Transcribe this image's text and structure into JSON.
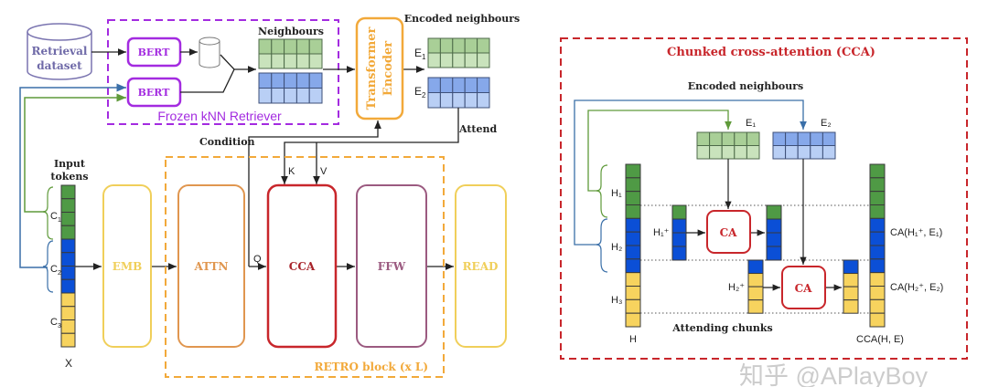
{
  "left": {
    "retrieval_dataset": [
      "Retrieval",
      "dataset"
    ],
    "bert1": "BERT",
    "bert2": "BERT",
    "neighbours": "Neighbours",
    "retriever_label": "Frozen kNN Retriever",
    "transformer_encoder": [
      "Transformer",
      "Encoder"
    ],
    "encoded_neighbours": "Encoded neighbours",
    "e1": "E",
    "e1_sub": "1",
    "e2": "E",
    "e2_sub": "2",
    "attend": "Attend",
    "condition": "Condition",
    "k": "K",
    "v": "V",
    "q": "Q",
    "input_tokens": [
      "Input",
      "tokens"
    ],
    "c1": "C",
    "c1_sub": "1",
    "c2": "C",
    "c2_sub": "2",
    "c3": "C",
    "c3_sub": "3",
    "x": "X",
    "blocks": {
      "emb": "EMB",
      "attn": "ATTN",
      "cca": "CCA",
      "ffw": "FFW",
      "read": "READ"
    },
    "retro_block": "RETRO block (x L)"
  },
  "right": {
    "title": "Chunked cross-attention (CCA)",
    "encoded_neighbours": "Encoded neighbours",
    "e1": "E₁",
    "e2": "E₂",
    "h1": "H₁",
    "h2": "H₂",
    "h3": "H₃",
    "h1_plus": "H₁⁺",
    "h2_plus": "H₂⁺",
    "ca": "CA",
    "ca_out1": "CA(H₁⁺, E₁)",
    "ca_out2": "CA(H₂⁺, E₂)",
    "attending_chunks": "Attending chunks",
    "h": "H",
    "cca_out": "CCA(H, E)"
  },
  "watermark": "知乎 @APlayBoy",
  "colors": {
    "green": "#4f9a45",
    "blue": "#0b4fd6",
    "yellow": "#f7d35e",
    "light_green": "#b9d9a9",
    "light_blue": "#a8c2f2",
    "purple": "#a32be0",
    "orange": "#f2a93a",
    "red": "#c8262b",
    "ffw": "#9b5a80",
    "attn": "#e0964f",
    "emb": "#f0cf5a"
  }
}
